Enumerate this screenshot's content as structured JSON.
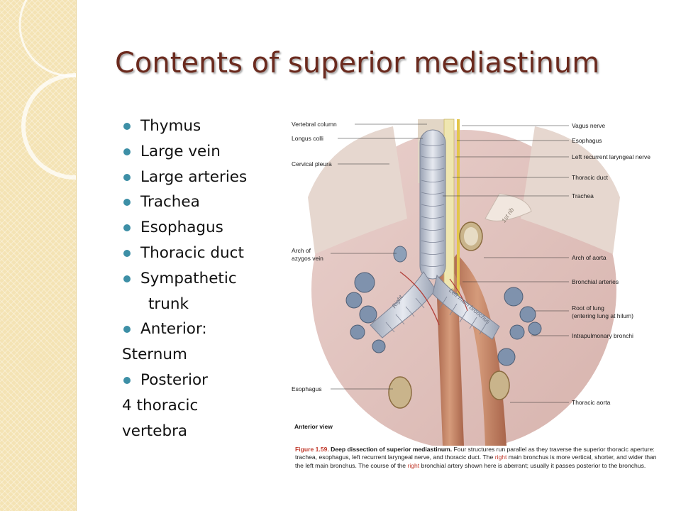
{
  "slide": {
    "title": "Contents of superior mediastinum",
    "bullets": [
      {
        "text": "Thymus",
        "kind": "bullet"
      },
      {
        "text": "Large vein",
        "kind": "bullet"
      },
      {
        "text": "Large arteries",
        "kind": "bullet"
      },
      {
        "text": "Trachea",
        "kind": "bullet"
      },
      {
        "text": "Esophagus",
        "kind": "bullet"
      },
      {
        "text": "Thoracic duct",
        "kind": "bullet"
      },
      {
        "text": "Sympathetic",
        "kind": "bullet"
      },
      {
        "text": "trunk",
        "kind": "continuation"
      },
      {
        "text": "Anterior:",
        "kind": "bullet"
      },
      {
        "text": "Sternum",
        "kind": "plain"
      },
      {
        "text": "Posterior",
        "kind": "bullet"
      },
      {
        "text": "4 thoracic",
        "kind": "plain"
      },
      {
        "text": "vertebra",
        "kind": "plain"
      }
    ],
    "accent_color": "#6b2a1e",
    "bullet_color": "#3d8fa6",
    "side_band_color": "#f4e3b4"
  },
  "figure": {
    "labels_left": [
      "Vertebral column",
      "Longus colli",
      "Cervical pleura",
      "Arch of",
      "azygos vein",
      "Esophagus",
      "Anterior view"
    ],
    "labels_right": [
      "Vagus nerve",
      "Esophagus",
      "Left recurrent laryngeal nerve",
      "Thoracic duct",
      "Trachea",
      "Arch of aorta",
      "Bronchial arteries",
      "Root of lung",
      "(entering lung at hilum)",
      "Intrapulmonary bronchi",
      "Thoracic aorta"
    ],
    "inline_labels": [
      "1st rib",
      "Right",
      "Left main bronchus"
    ],
    "caption": {
      "figure_no": "Figure 1.59.",
      "heading": "Deep dissection of superior mediastinum.",
      "text1": " Four structures run parallel as they traverse the superior thoracic aperture: trachea, esophagus, left recurrent laryngeal nerve, and thoracic duct. The ",
      "red1": "right",
      "text2": " main bronchus is more vertical, shorter, and wider than the left main bronchus. The course of the ",
      "red2": "right",
      "text3": " bronchial artery shown here is aberrant; usually it passes posterior to the bronchus."
    }
  }
}
